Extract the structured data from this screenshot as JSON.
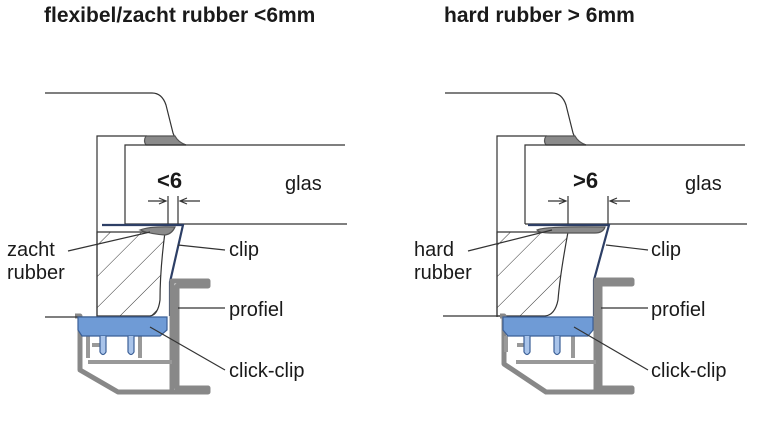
{
  "left": {
    "title": "flexibel/zacht rubber <6mm",
    "dimension": "<6",
    "glass": "glas",
    "rubber_line1": "zacht",
    "rubber_line2": "rubber",
    "clip": "clip",
    "profile": "profiel",
    "click_clip": "click-clip"
  },
  "right": {
    "title": "hard rubber > 6mm",
    "dimension": ">6",
    "glass": "glas",
    "rubber_line1": "hard",
    "rubber_line2": "rubber",
    "clip": "clip",
    "profile": "profiel",
    "click_clip": "click-clip"
  },
  "colors": {
    "click_clip": "#6f9bd6",
    "profile": "#b4b6b8",
    "seal": "#8a8a8a",
    "line": "#333333"
  }
}
